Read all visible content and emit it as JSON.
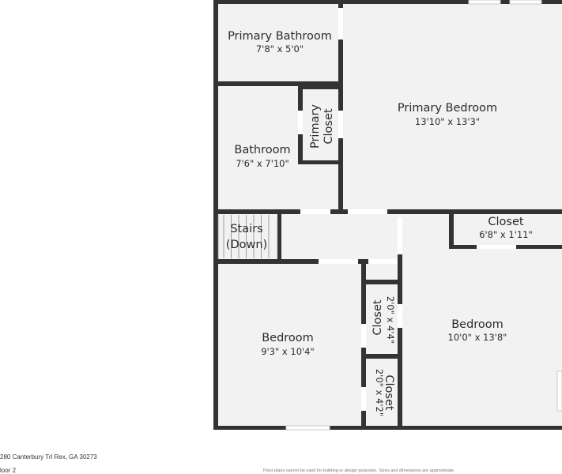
{
  "rooms": {
    "primary_bathroom": {
      "name": "Primary Bathroom",
      "dims": "7'8\" x 5'0\""
    },
    "primary_closet": {
      "name_line1": "Primary",
      "name_line2": "Closet"
    },
    "primary_bedroom": {
      "name": "Primary Bedroom",
      "dims": "13'10\" x 13'3\""
    },
    "bathroom": {
      "name": "Bathroom",
      "dims": "7'6\" x 7'10\""
    },
    "stairs": {
      "name_line1": "Stairs",
      "name_line2": "(Down)"
    },
    "closet_right": {
      "name": "Closet",
      "dims": "6'8\" x 1'11\""
    },
    "closet_small_upper": {
      "name": "Closet",
      "dims": "2'0\" x 4'4\""
    },
    "closet_small_lower": {
      "name": "Closet",
      "dims": "2'0\" x 4'2\""
    },
    "bedroom_left": {
      "name": "Bedroom",
      "dims": "9'3\" x 10'4\""
    },
    "bedroom_right": {
      "name": "Bedroom",
      "dims": "10'0\" x 13'8\""
    }
  },
  "footer": {
    "address": "280 Canterbury Trl Rex, GA 30273",
    "floor": "loor 2",
    "disclaimer": "Floor plans cannot be used for building or design purposes. Sizes and dimensions are approximate."
  },
  "colors": {
    "wall": "#333333",
    "window": "#c8c8c8",
    "room_fill": "#f2f2f2",
    "text": "#2b2b2b"
  }
}
